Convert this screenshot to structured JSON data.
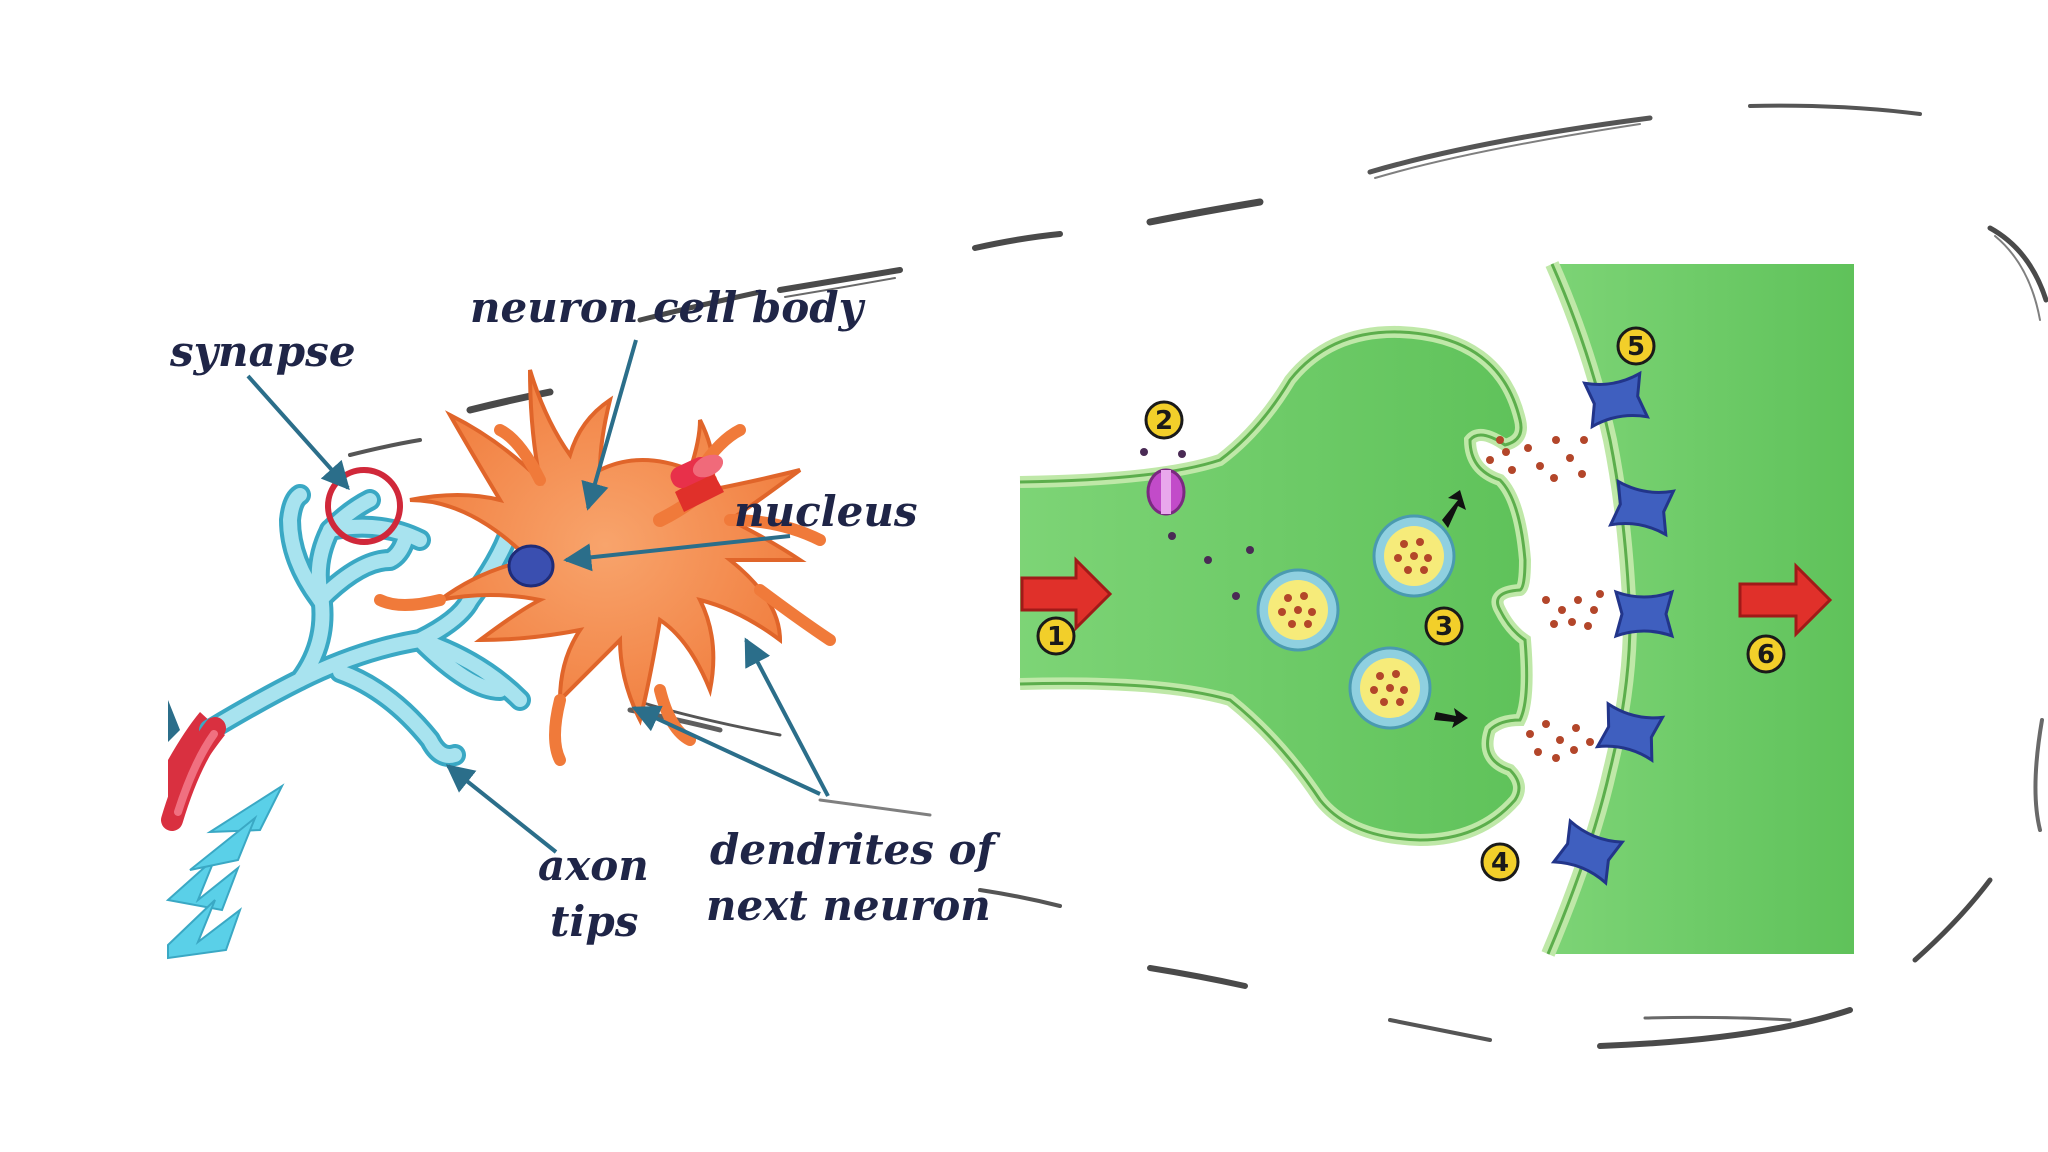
{
  "left_diagram": {
    "labels": {
      "neuron_cell_body": "neuron cell body",
      "synapse": "synapse",
      "nucleus": "nucleus",
      "axon_line1": "axon",
      "axon_line2": "tips",
      "dendrites_line1": "dendrites of",
      "dendrites_line2": "next neuron"
    },
    "colors": {
      "cell_body": "#f48a4a",
      "cell_body_outline": "#e0652a",
      "nucleus": "#3a4fb0",
      "axon": "#8fd6e6",
      "axon_outline": "#3aa8c4",
      "synapse_circle": "#d0283a",
      "label_text": "#1f2547",
      "pointer": "#2b6e8a"
    }
  },
  "right_diagram": {
    "steps": [
      "1",
      "2",
      "3",
      "4",
      "5",
      "6"
    ],
    "colors": {
      "cell_fill": "#6fcf6a",
      "cell_light": "#bfe8a8",
      "membrane": "#5cae4c",
      "receptor": "#3f5fbf",
      "vesicle": "#f6eb7a",
      "vesicle_ring": "#8fd0e0",
      "neurotransmitter": "#b3462a",
      "arrow_red": "#e0302a",
      "badge": "#f2cf2a",
      "channel": "#c24bc9"
    }
  }
}
